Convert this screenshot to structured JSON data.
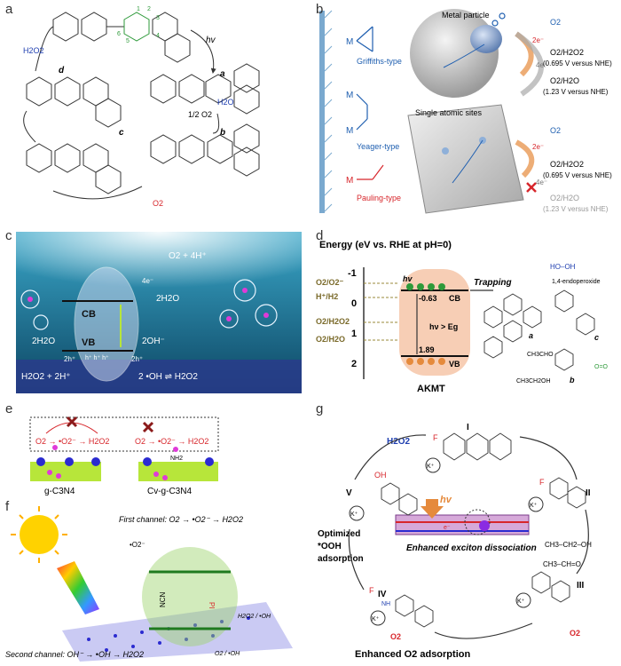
{
  "panels": {
    "a": {
      "label": "a",
      "hv": "hv",
      "step_a": "a",
      "step_b": "b",
      "step_c": "c",
      "step_d": "d",
      "h2o2": "H2O2",
      "h2o": "H2O",
      "half_o2": "1/2 O2",
      "o2": "O2",
      "atom_numbers": [
        "1",
        "2",
        "3",
        "4",
        "5",
        "6"
      ]
    },
    "b": {
      "label": "b",
      "griffiths": "Griffiths-type",
      "yeager": "Yeager-type",
      "pauling": "Pauling-type",
      "metal_particle": "Metal particle",
      "single_sites": "Single atomic sites",
      "o2": "O2",
      "two_e": "2e⁻",
      "four_e": "4e⁻",
      "o2_h2o2": "O2/H2O2",
      "v1": "(0.695 V versus NHE)",
      "o2_h2o": "O2/H2O",
      "v2": "(1.23 V versus NHE)"
    },
    "c": {
      "label": "c",
      "o2_4h": "O2 + 4H⁺",
      "four_e": "4e⁻",
      "two_h2o": "2H2O",
      "cb": "CB",
      "vb": "VB",
      "h2o_left": "2H2O",
      "oh_right": "2OH⁻",
      "h2o2_left": "H2O2 + 2H⁺",
      "oh_radical": "2 •OH ⇌ H2O2",
      "two_h_left": "2h⁺",
      "two_h_right": "2h⁺",
      "holes": "h⁺ h⁺ h⁺",
      "electrons_label": "e⁻"
    },
    "d": {
      "label": "d",
      "energy_title": "Energy (eV vs. RHE at pH=0)",
      "couple1": "O2/O2⁻",
      "couple2": "H⁺/H2",
      "couple3": "O2/H2O2",
      "couple4": "O2/H2O",
      "cb_value": "-0.63",
      "vb_value": "1.89",
      "cb": "CB",
      "vb": "VB",
      "hv": "hv",
      "hv_eg": "hν > Eg",
      "trapping": "Trapping",
      "akmt": "AKMT",
      "endoperoxide": "1,4-endoperoxide",
      "hooh": "HO–OH",
      "ticks": [
        "-1",
        "0",
        "1",
        "2"
      ],
      "step_a": "a",
      "step_b": "b",
      "step_c": "c",
      "ch3cho": "CH3CHO",
      "etoh": "CH3CH2OH",
      "oo": "O=O"
    },
    "e": {
      "label": "e",
      "left_eq": "O2 → •O2⁻ → H2O2",
      "right_eq": "O2 → •O2⁻ → H2O2",
      "nh2": "NH2",
      "left_name": "g-C3N4",
      "right_name": "Cv-g-C3N4"
    },
    "f": {
      "label": "f",
      "first_channel": "First channel: O2 → •O2⁻ → H2O2",
      "second_channel": "Second channel: OH⁻ → •OH → H2O2",
      "o2_radical": "•O2⁻",
      "ncn": "NCN",
      "pi": "PI",
      "h2o2_oh": "H2O2 / •OH",
      "o2_oh": "O2 / •OH"
    },
    "g": {
      "label": "g",
      "h2o2": "H2O2",
      "step1": "I",
      "step2": "II",
      "step3": "III",
      "step4": "IV",
      "step5": "V",
      "hv": "hv",
      "exciton": "Enhanced exciton dissociation",
      "optimized": "Optimized",
      "ooh": "*OOH",
      "adsorption": "adsorption",
      "o2_ads": "Enhanced O2 adsorption",
      "ethanol": "CH3–CH2–OH",
      "acetaldehyde": "CH3–CH=O",
      "o2": "O2",
      "k": "K⁺",
      "f": "F",
      "oh": "OH",
      "nh": "NH",
      "e_minus": "e⁻"
    }
  },
  "colors": {
    "red": "#d7262b",
    "blue": "#1f3fb0",
    "green": "#2e9a3a",
    "orange": "#e58a3c",
    "purple": "#8a2be2",
    "magenta": "#e03ad8",
    "lime": "#b7e63a",
    "sea": "#1d6f93"
  }
}
